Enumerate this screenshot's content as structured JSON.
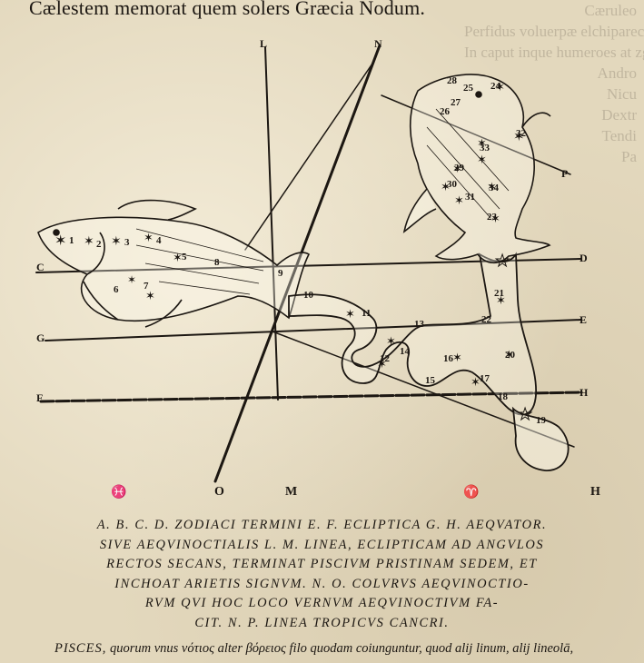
{
  "verse_line": "Cælestem memorat quem solers Græcia Nodum.",
  "bleed_through_lines": [
    "Cæruleo",
    "Perfidus voluerpæ elchiparecteforme",
    "In caput inque humeroes at zgram machina mundi",
    "Andro",
    "Nicu",
    "Dextr",
    "Tendi",
    "Pa"
  ],
  "figure": {
    "axis_letters": {
      "L": "L",
      "N": "N",
      "C": "C",
      "D": "D",
      "E": "E",
      "F": "F",
      "G": "G",
      "P": "P",
      "H": "H",
      "O": "O",
      "M": "M"
    },
    "bottom_left_sign": "♓",
    "bottom_mid_sign": "♈",
    "star_numbers": [
      "1",
      "2",
      "3",
      "4",
      "5",
      "6",
      "7",
      "8",
      "9",
      "10",
      "11",
      "12",
      "13",
      "14",
      "15",
      "16",
      "17",
      "18",
      "19",
      "20",
      "21",
      "22",
      "23",
      "24",
      "25",
      "26",
      "27",
      "28",
      "29",
      "30",
      "31",
      "32",
      "33",
      "34"
    ]
  },
  "caption_lines": [
    "A. B. C. D. ZODIACI TERMINI E. F. ECLIPTICA G. H. AEQVATOR.",
    "SIVE AEQVINOCTIALIS L. M. LINEA, ECLIPTICAM AD ANGVLOS",
    "RECTOS SECANS, TERMINAT PISCIVM PRISTINAM SEDEM, ET",
    "INCHOAT ARIETIS SIGNVM. N. O. COLVRVS AEQVINOCTIO-",
    "RVM QVI HOC LOCO VERNVM AEQVINOCTIVM FA-",
    "CIT. N. P. LINEA TROPICVS CANCRI."
  ],
  "footer": {
    "lead": "PISCES,",
    "rest": " quorum vnus νότιος alter βόρειος filo quodam coiunguntur, quod alij linum, alij lineolā,"
  }
}
